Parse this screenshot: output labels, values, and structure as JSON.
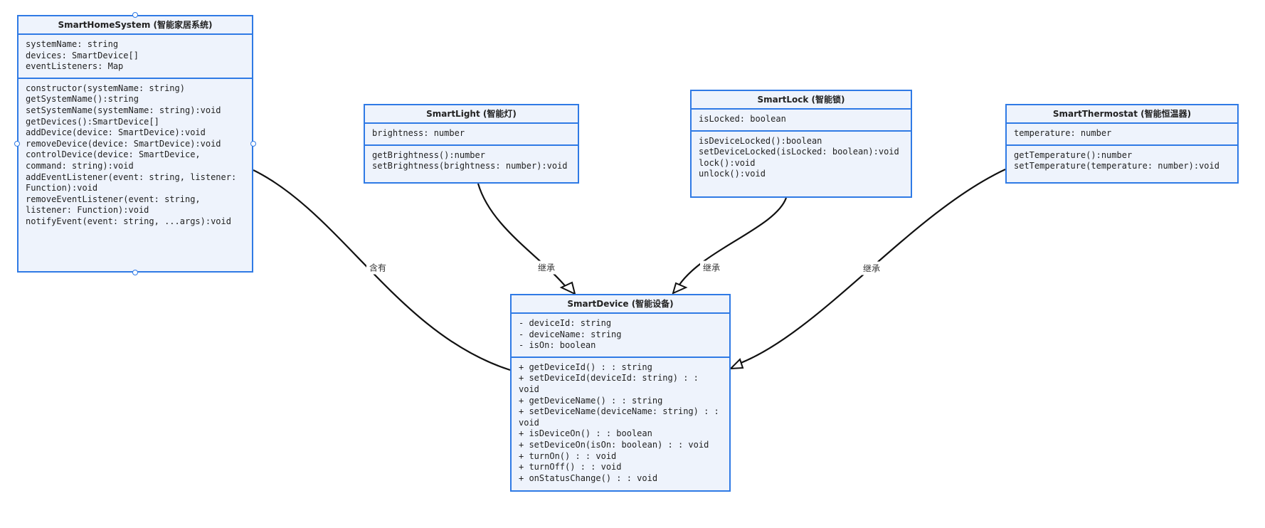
{
  "classes": {
    "system": {
      "title": "SmartHomeSystem (智能家居系统)",
      "attributes": [
        "systemName: string",
        "devices: SmartDevice[]",
        "eventListeners: Map"
      ],
      "methods": [
        "constructor(systemName: string)",
        "getSystemName():string",
        "setSystemName(systemName: string):void",
        "getDevices():SmartDevice[]",
        "addDevice(device: SmartDevice):void",
        "removeDevice(device: SmartDevice):void",
        "controlDevice(device: SmartDevice,",
        "command: string):void",
        "addEventListener(event: string, listener:",
        "Function):void",
        "removeEventListener(event: string,",
        "listener: Function):void",
        "notifyEvent(event: string, ...args):void"
      ]
    },
    "light": {
      "title": "SmartLight (智能灯)",
      "attributes": [
        "brightness: number"
      ],
      "methods": [
        "getBrightness():number",
        "setBrightness(brightness: number):void"
      ]
    },
    "lock": {
      "title": "SmartLock (智能锁)",
      "attributes": [
        "isLocked: boolean"
      ],
      "methods": [
        "isDeviceLocked():boolean",
        "setDeviceLocked(isLocked: boolean):void",
        "lock():void",
        "unlock():void"
      ]
    },
    "thermostat": {
      "title": "SmartThermostat (智能恒温器)",
      "attributes": [
        "temperature: number"
      ],
      "methods": [
        "getTemperature():number",
        "setTemperature(temperature: number):void"
      ]
    },
    "device": {
      "title": "SmartDevice (智能设备)",
      "attributes": [
        "- deviceId: string",
        "- deviceName: string",
        "- isOn: boolean"
      ],
      "methods": [
        "+ getDeviceId() : : string",
        "+ setDeviceId(deviceId: string) : :",
        "void",
        "+ getDeviceName() : : string",
        "+ setDeviceName(deviceName: string) : :",
        "void",
        "+ isDeviceOn() : : boolean",
        "+ setDeviceOn(isOn: boolean) : : void",
        "+ turnOn() : : void",
        "+ turnOff() : : void",
        "+ onStatusChange() : : void"
      ]
    }
  },
  "relations": {
    "contains": "含有",
    "inherit_light": "继承",
    "inherit_lock": "继承",
    "inherit_thermostat": "继承"
  },
  "colors": {
    "border": "#2f7ae5",
    "fill": "#eef3fc",
    "edge": "#111111"
  }
}
